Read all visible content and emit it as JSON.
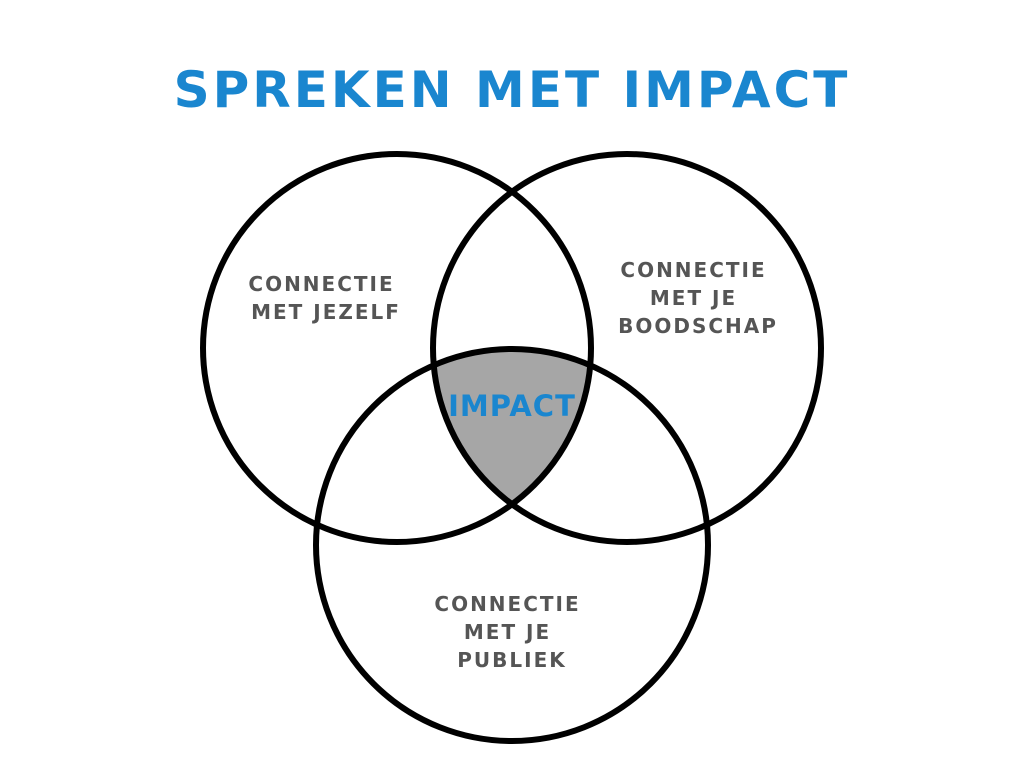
{
  "title": "SPREKEN MET IMPACT",
  "colors": {
    "title": "#1a86cf",
    "label": "#555555",
    "center_label": "#1a86cf",
    "overlap_fill": "#a6a6a6",
    "circle_stroke": "#000000",
    "background": "#ffffff"
  },
  "circles": [
    {
      "id": "jezelf",
      "lines": [
        "CONNECTIE",
        "MET JEZELF"
      ]
    },
    {
      "id": "boodschap",
      "lines": [
        "CONNECTIE",
        "MET JE",
        "BOODSCHAP"
      ]
    },
    {
      "id": "publiek",
      "lines": [
        "CONNECTIE",
        "MET JE",
        "PUBLIEK"
      ]
    }
  ],
  "center": {
    "label": "IMPACT"
  }
}
